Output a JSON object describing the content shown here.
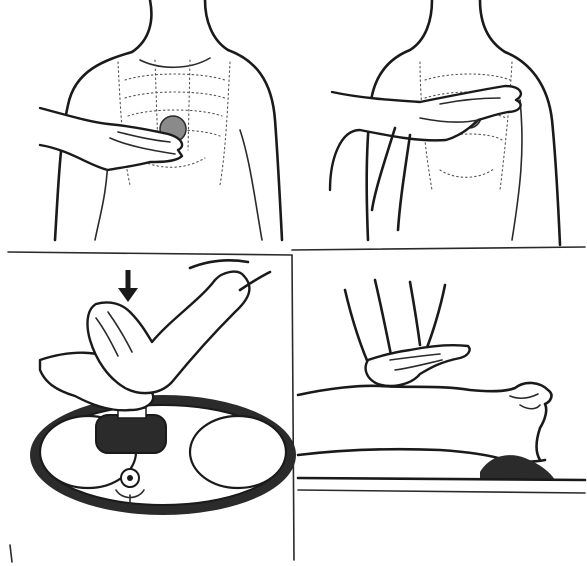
{
  "figure": {
    "panels": [
      {
        "id": "hand-placement-on-sternum"
      },
      {
        "id": "second-hand-placement"
      },
      {
        "id": "cross-section-compression"
      },
      {
        "id": "side-view-compression"
      }
    ],
    "colors": {
      "ink": "#1a1a1a",
      "paper": "#ffffff",
      "dark_fill": "#2b2b2b",
      "marker": "#8a8a8a"
    },
    "icons": [
      "down-arrow-icon"
    ]
  }
}
